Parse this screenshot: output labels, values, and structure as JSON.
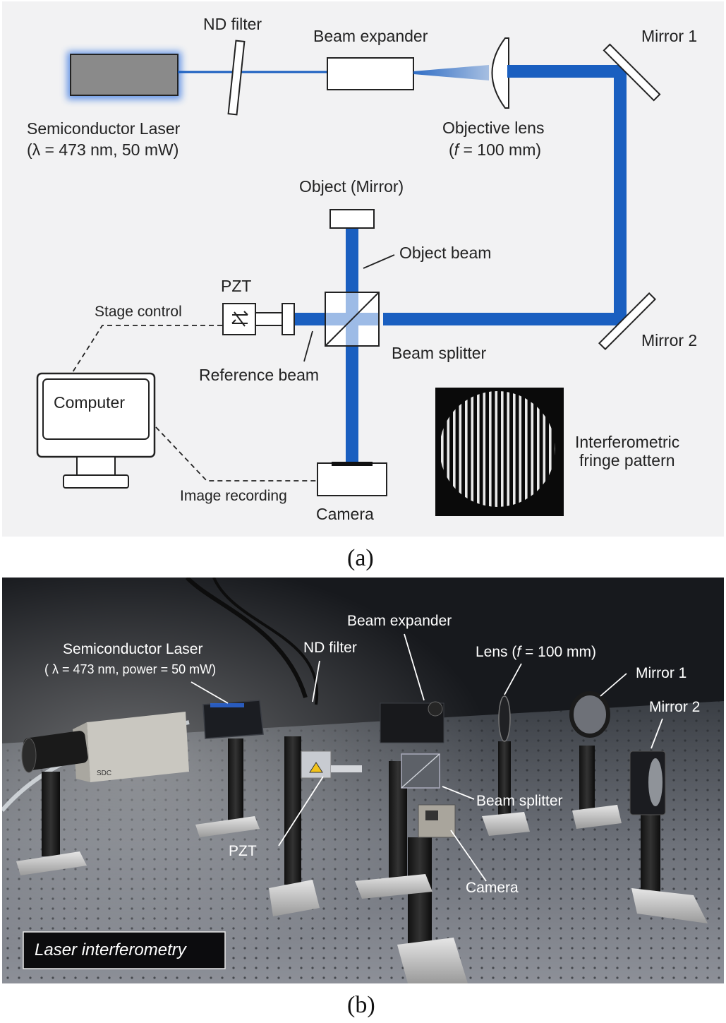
{
  "captions": {
    "a": "(a)",
    "b": "(b)"
  },
  "schematic": {
    "laser_line1": "Semiconductor Laser",
    "laser_line2": "(λ = 473 nm, 50 mW)",
    "nd_filter": "ND filter",
    "beam_expander": "Beam expander",
    "objective_line1": "Objective lens",
    "objective_line2_pre": "(",
    "objective_line2_f": "f",
    "objective_line2_post": " = 100 mm)",
    "mirror1": "Mirror 1",
    "mirror2": "Mirror 2",
    "object_mirror": "Object (Mirror)",
    "object_beam": "Object beam",
    "pzt": "PZT",
    "stage_control": "Stage control",
    "beam_splitter": "Beam splitter",
    "reference_beam": "Reference beam",
    "computer": "Computer",
    "image_recording": "Image recording",
    "camera": "Camera",
    "fringe_line1": "Interferometric",
    "fringe_line2": "fringe pattern"
  },
  "photo": {
    "laser_line1": "Semiconductor Laser",
    "laser_line2": "( λ = 473 nm, power = 50 mW)",
    "nd_filter": "ND filter",
    "beam_expander": "Beam expander",
    "lens_pre": "Lens (",
    "lens_f": "f",
    "lens_post": " = 100 mm)",
    "mirror1": "Mirror 1",
    "mirror2": "Mirror 2",
    "beam_splitter": "Beam splitter",
    "pzt": "PZT",
    "camera": "Camera",
    "badge": "Laser interferometry"
  },
  "colors": {
    "beam": "#1a5fc0",
    "panel_bg": "#f2f2f3",
    "photo_bg": "#1a1c20"
  }
}
